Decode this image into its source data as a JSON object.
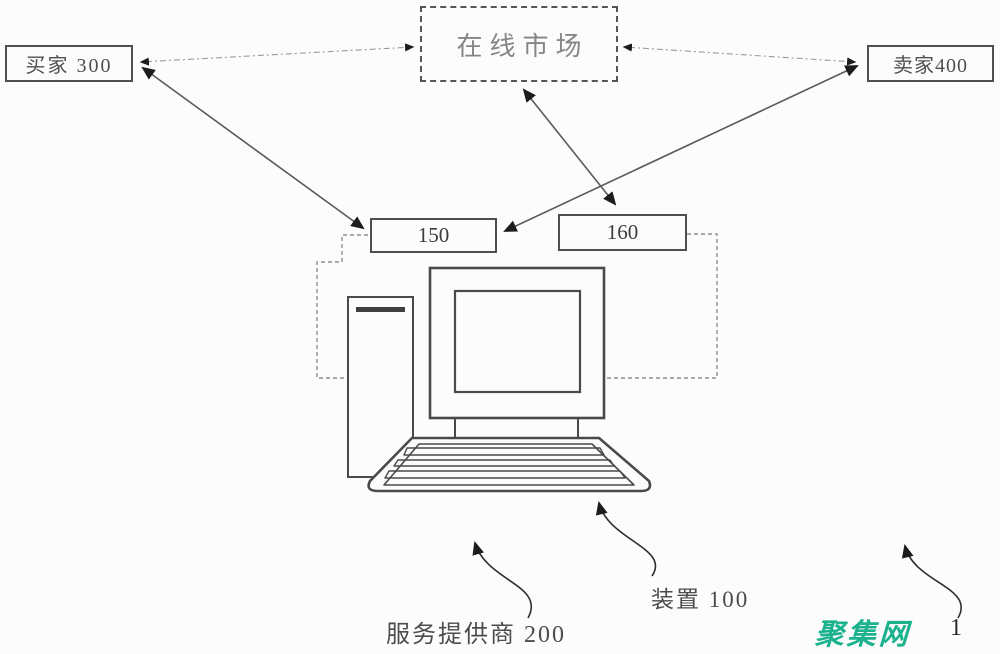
{
  "figure": {
    "nodes": {
      "buyer": "买家 300",
      "marketplace": "在线市场",
      "seller": "卖家400",
      "module_150": "150",
      "module_160": "160"
    },
    "captions": {
      "service_provider": "服务提供商 200",
      "device": "装置 100",
      "figure_number": "1"
    },
    "watermark": "聚集网",
    "colors": {
      "watermark_green": "#1cb28e",
      "solid_line": "#5a5a5a",
      "dash_dot_line": "#9a9a9a",
      "dashed_connector": "#8f8f8f",
      "box_border": "#4f4f4f",
      "arrowhead": "#1c1c1c",
      "background": "#fcfcfc"
    },
    "connections": [
      {
        "from": "buyer",
        "to": "marketplace",
        "style": "dash-dot",
        "arrows": "both"
      },
      {
        "from": "marketplace",
        "to": "seller",
        "style": "dash-dot",
        "arrows": "both"
      },
      {
        "from": "buyer",
        "to": "module_150",
        "style": "solid",
        "arrows": "both"
      },
      {
        "from": "seller",
        "to": "module_150",
        "style": "solid",
        "arrows": "both"
      },
      {
        "from": "marketplace",
        "to": "module_160",
        "style": "solid",
        "arrows": "both"
      },
      {
        "from": "module_150",
        "to": "computer-illustration",
        "style": "dashed",
        "arrows": "none"
      },
      {
        "from": "module_160",
        "to": "computer-illustration",
        "style": "dashed",
        "arrows": "none"
      }
    ]
  }
}
